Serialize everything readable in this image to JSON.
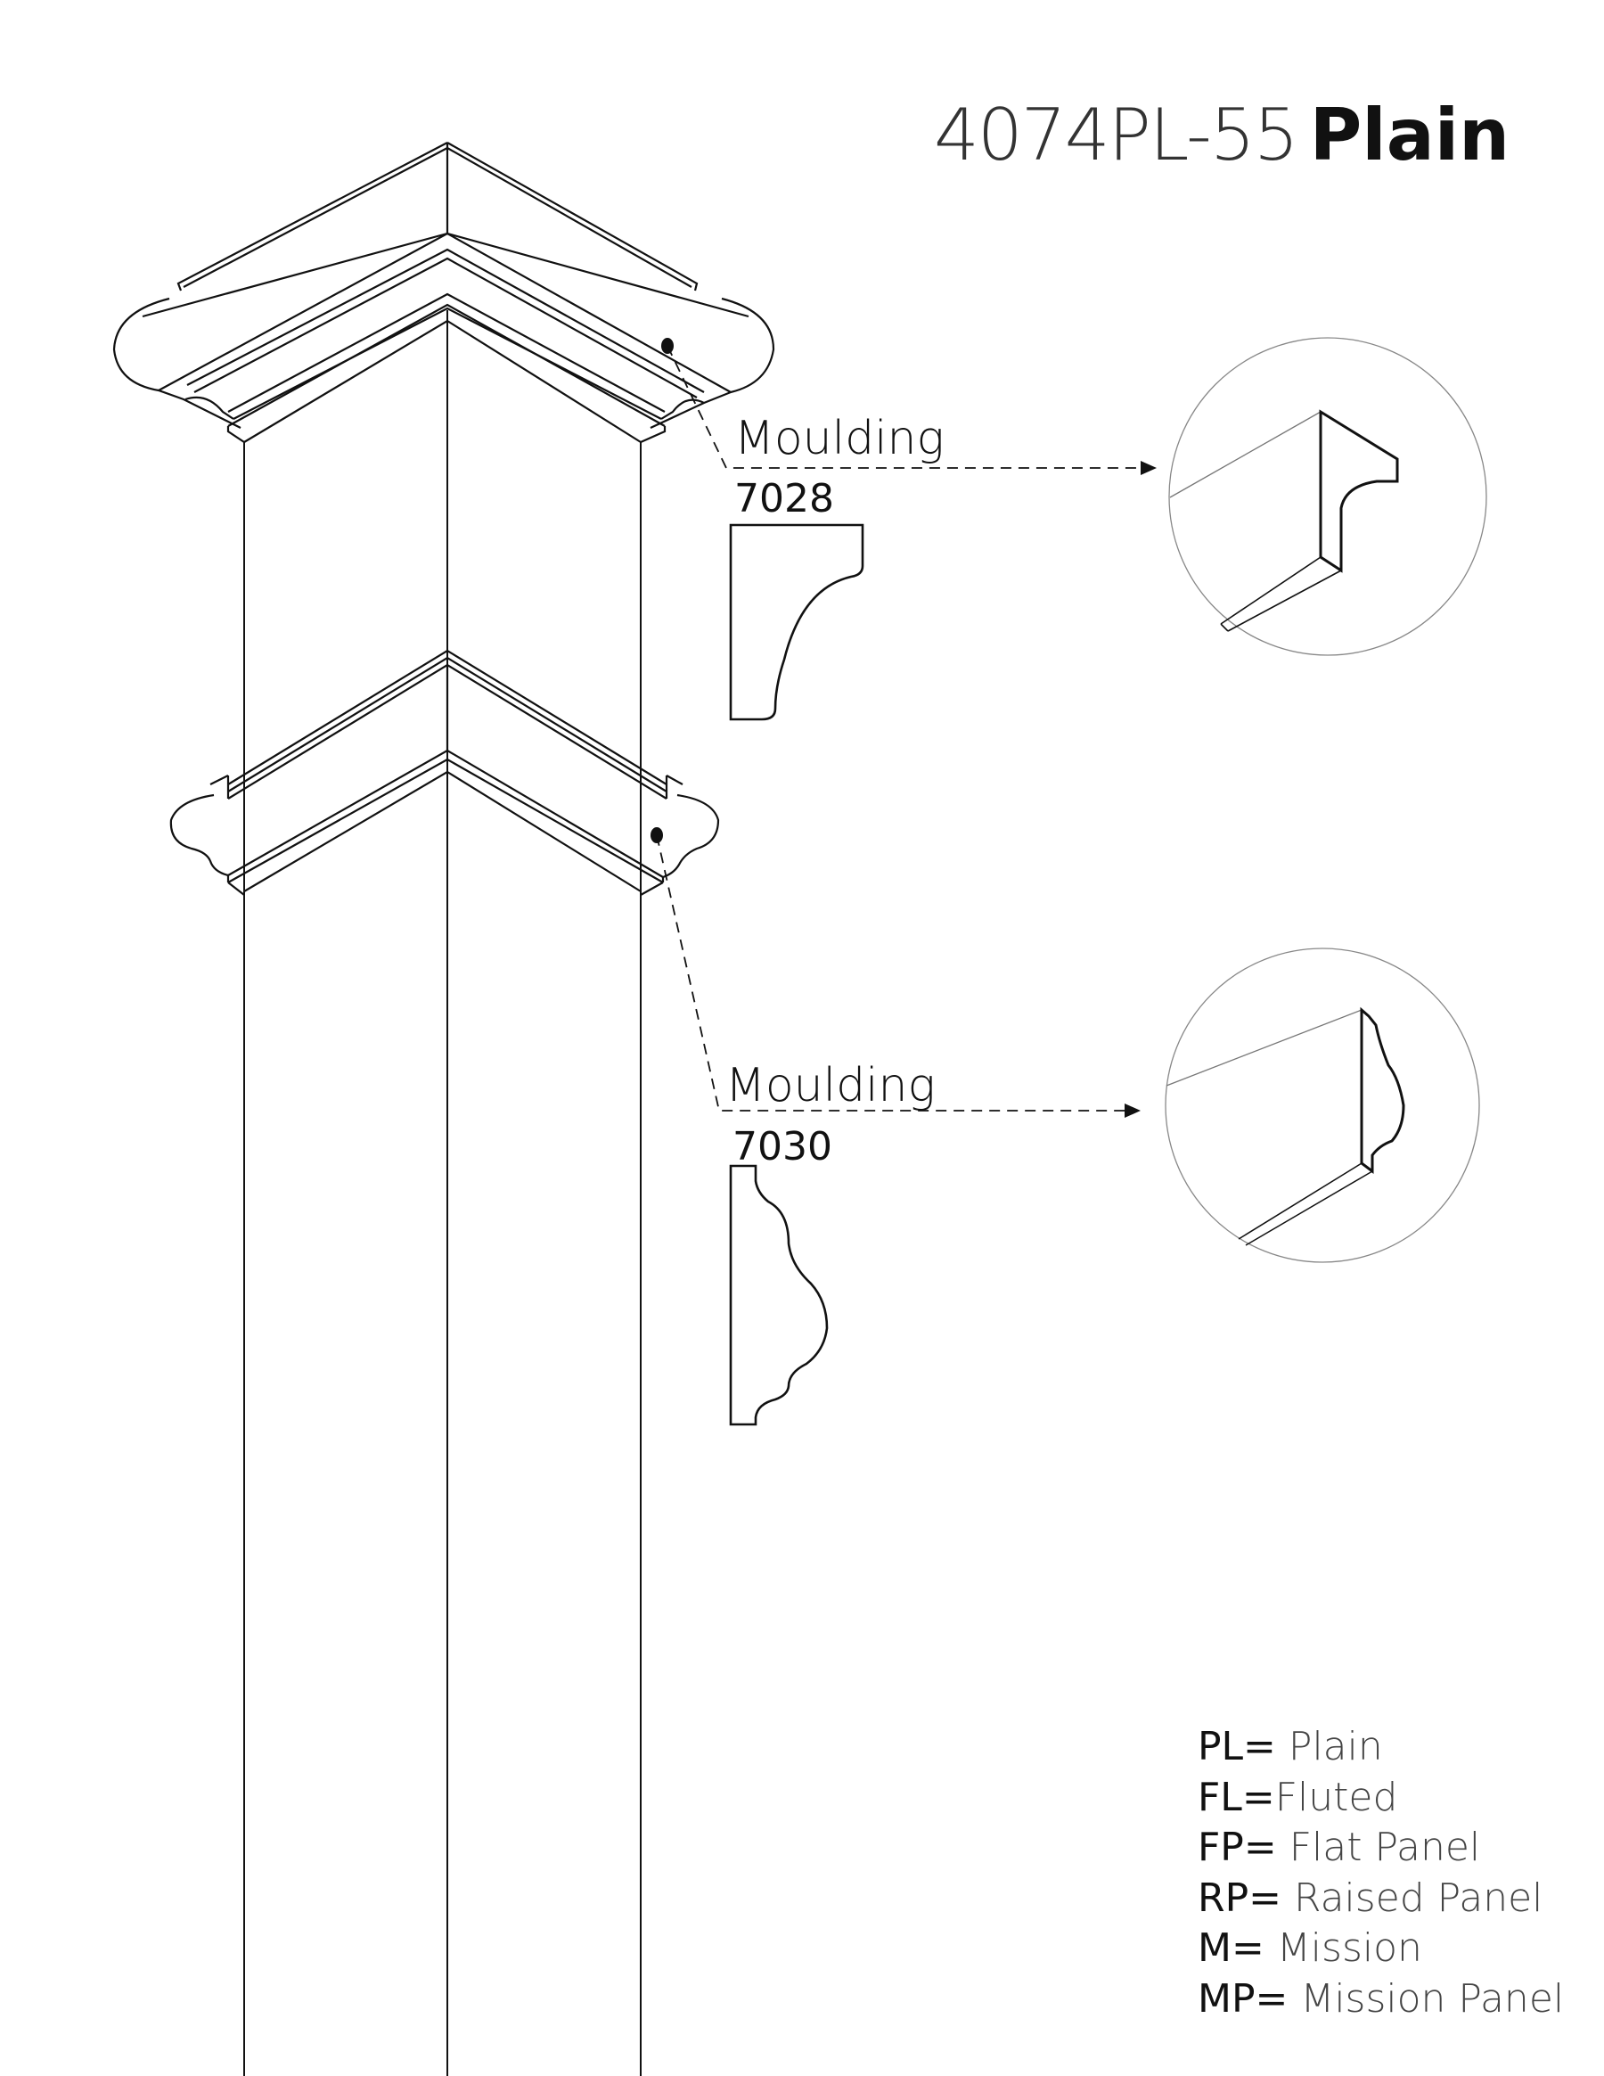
{
  "title": {
    "code": "4074PL-55",
    "name": "Plain"
  },
  "callouts": [
    {
      "label": "Moulding",
      "part_number": "7028"
    },
    {
      "label": "Moulding",
      "part_number": "7030"
    }
  ],
  "legend": [
    {
      "code": "PL=",
      "name": " Plain"
    },
    {
      "code": "FL=",
      "name": "Fluted"
    },
    {
      "code": "FP=",
      "name": " Flat Panel"
    },
    {
      "code": "RP=",
      "name": " Raised Panel"
    },
    {
      "code": "M=",
      "name": " Mission"
    },
    {
      "code": "MP=",
      "name": " Mission Panel"
    }
  ]
}
